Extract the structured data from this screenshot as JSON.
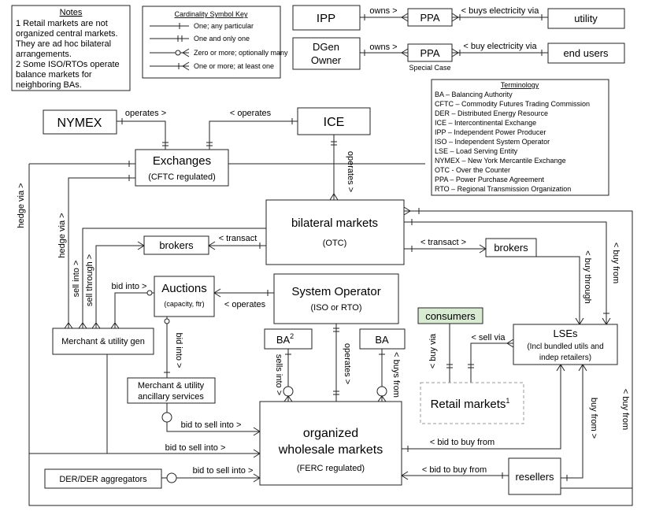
{
  "notes": {
    "title": "Notes",
    "lines": [
      "1 Retail markets are not",
      "organized central markets.",
      "They are ad hoc bilateral",
      "arrangements.",
      "2 Some ISO/RTOs operate",
      "balance markets for",
      "neighboring BAs."
    ]
  },
  "cardinality_key": {
    "title": "Cardinality Symbol Key",
    "items": [
      "One; any particular",
      "One and only one",
      "Zero or more; optionally many",
      "One or more; at least one"
    ]
  },
  "terminology": {
    "title": "Terminology",
    "lines": [
      "BA – Balancing Authority",
      "CFTC – Commodity Futures Trading Commission",
      "DER – Distributed Energy Resource",
      "ICE – Intercontinental Exchange",
      "IPP – Independent Power Producer",
      "ISO – Independent System Operator",
      "LSE – Load Serving Entity",
      "NYMEX – New York Mercantile Exchange",
      "OTC - Over the Counter",
      "PPA – Power Purchase Agreement",
      "RTO – Regional Transmission Organization"
    ]
  },
  "entities": {
    "ipp": "IPP",
    "ppa1": "PPA",
    "utility": "utility",
    "dgen_line1": "DGen",
    "dgen_line2": "Owner",
    "ppa2": "PPA",
    "special_case": "Special Case",
    "end_users": "end users",
    "nymex": "NYMEX",
    "ice": "ICE",
    "exchanges": "Exchanges",
    "exchanges_sub": "(CFTC regulated)",
    "bilateral": "bilateral markets",
    "bilateral_sub": "(OTC)",
    "brokers_left": "brokers",
    "brokers_right": "brokers",
    "auctions": "Auctions",
    "auctions_sub": "(capacity, ftr)",
    "system_operator": "System Operator",
    "system_operator_sub": "(ISO or RTO)",
    "consumers": "consumers",
    "lses": "LSEs",
    "lses_sub1": "(Incl bundled utils and",
    "lses_sub2": "indep retailers)",
    "merchant_gen": "Merchant & utility gen",
    "ba_sup": "BA",
    "ba_sup_mark": "2",
    "ba": "BA",
    "retail": "Retail markets",
    "retail_mark": "1",
    "ancillary_line1": "Merchant & utility",
    "ancillary_line2": "ancillary services",
    "organized_line1": "organized",
    "organized_line2": "wholesale markets",
    "organized_sub": "(FERC regulated)",
    "der": "DER/DER aggregators",
    "resellers": "resellers"
  },
  "relations": {
    "owns1": "owns >",
    "buys_via1": "< buys electricity via",
    "owns2": "owns >",
    "buy_via2": "< buy electricity via",
    "operates_nymex": "operates >",
    "operates_ice": "< operates",
    "operates_ice_v": "operates >",
    "hedge_via_outer": "hedge via >",
    "hedge_via_inner": "hedge via >",
    "sell_into": "sell into >",
    "sell_through": "sell through >",
    "transact_left": "< transact",
    "transact_right": "< transact >",
    "bid_into": "bid into >",
    "operates_auctions": "< operates",
    "bid_into_v": "bid into >",
    "buy_through": "< buy through",
    "buy_from_right": "< buy from",
    "buy_from_outer": "< buy from",
    "buy_via_consumers": "< buy via",
    "sell_via": "< sell via",
    "sells_into": "sells into >",
    "operates_so": "operates >",
    "buys_from_ba": "< buys from",
    "bid_to_sell_1": "bid to sell into >",
    "bid_to_sell_2": "bid to sell into >",
    "bid_to_buy_1": "< bid to buy from",
    "bid_to_sell_3": "bid to sell into >",
    "bid_to_buy_2": "< bid to buy from",
    "buy_from_resellers": "buy from >"
  },
  "colors": {
    "line": "#222222",
    "consumers_fill": "#d9ead3",
    "retail_border": "#999999"
  }
}
